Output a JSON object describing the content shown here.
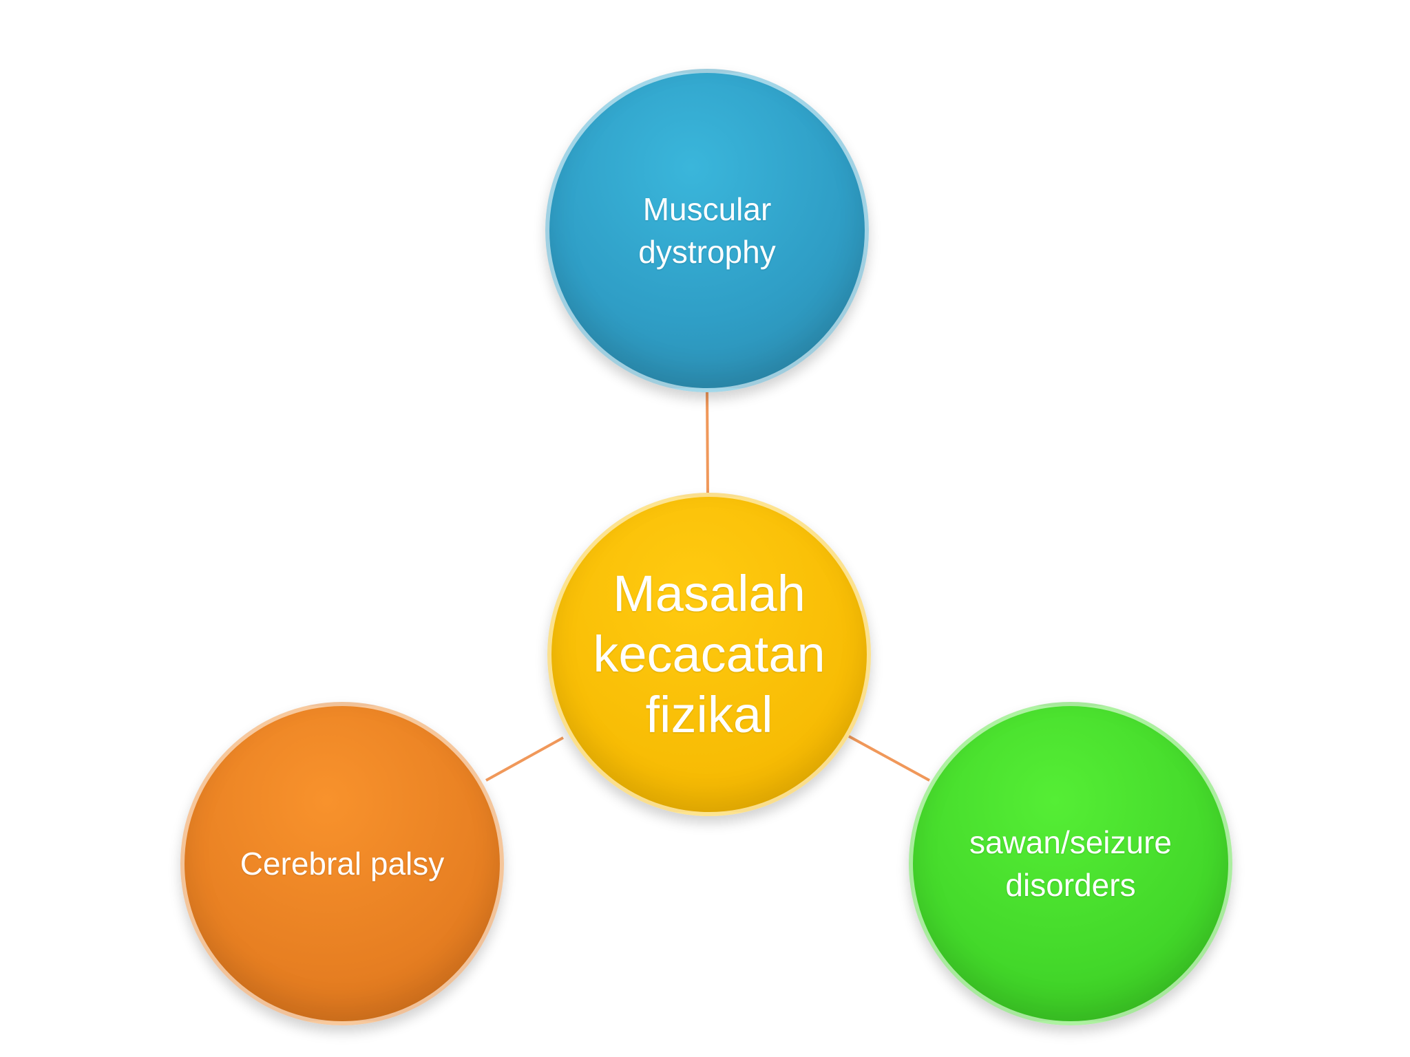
{
  "diagram": {
    "center": {
      "label": "Masalah kecacatan fizikal",
      "color": "#f8bd05"
    },
    "top": {
      "label": "Muscular dystrophy",
      "color": "#2f9ec6"
    },
    "left": {
      "label": "Cerebral palsy",
      "color": "#e77f22"
    },
    "right": {
      "label": "sawan/seizure disorders",
      "color": "#43d82a"
    },
    "connector_color": "#f0985a"
  }
}
